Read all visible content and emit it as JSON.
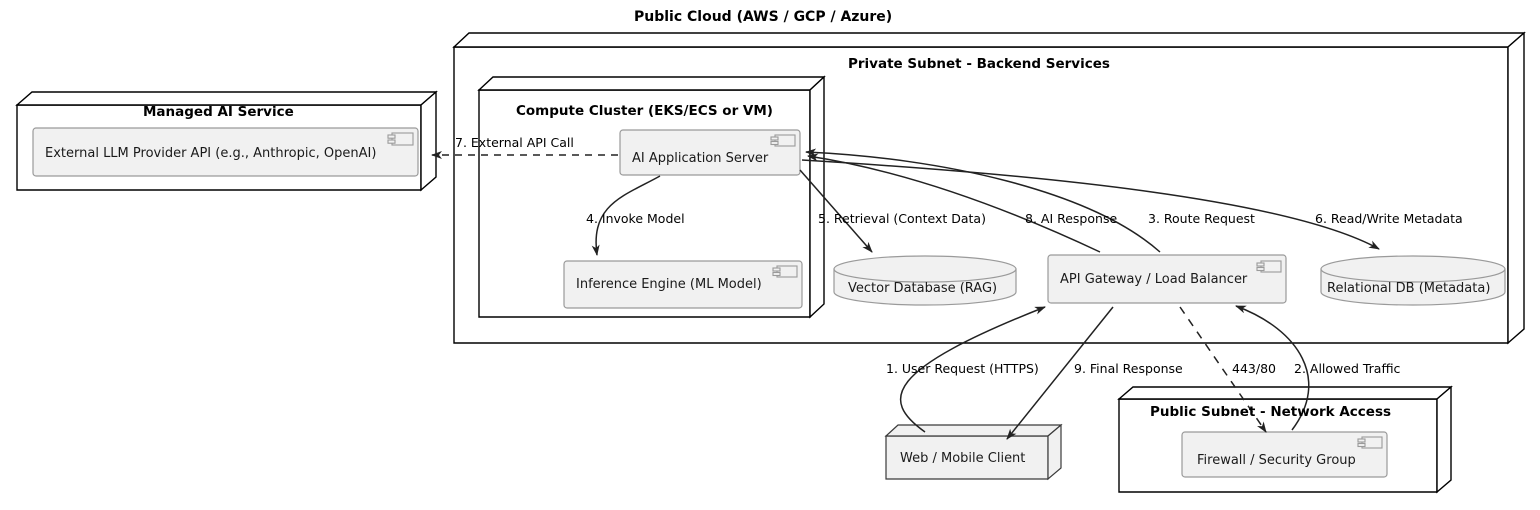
{
  "diagram": {
    "type": "uml-deployment-diagram",
    "title": "Public Cloud (AWS / GCP / Azure)",
    "colors": {
      "node_fill": "#FFFFFF",
      "node_border": "#000000",
      "component_fill": "#F1F1F1",
      "component_border": "#9A9A9A",
      "database_fill": "#F1F1F1",
      "database_border": "#9A9A9A",
      "edge": "#222222",
      "text": "#000000"
    }
  },
  "nodes": {
    "managed_ai_service": {
      "title": "Managed AI Service"
    },
    "private_subnet": {
      "title": "Private Subnet - Backend Services"
    },
    "compute_cluster": {
      "title": "Compute Cluster (EKS/ECS or VM)"
    },
    "public_subnet": {
      "title": "Public Subnet - Network Access"
    }
  },
  "components": {
    "external_llm": {
      "label": "External LLM Provider API (e.g., Anthropic, OpenAI)",
      "icon": "component-icon"
    },
    "ai_app_server": {
      "label": "AI Application Server",
      "icon": "component-icon"
    },
    "inference_engine": {
      "label": "Inference Engine (ML Model)",
      "icon": "component-icon"
    },
    "api_gateway": {
      "label": "API Gateway / Load Balancer",
      "icon": "component-icon"
    },
    "firewall": {
      "label": "Firewall / Security Group",
      "icon": "component-icon"
    },
    "web_client": {
      "label": "Web / Mobile Client",
      "icon": "node-3d-icon"
    }
  },
  "databases": {
    "vector_db": {
      "label": "Vector Database (RAG)",
      "icon": "database-cylinder-icon"
    },
    "relational_db": {
      "label": "Relational DB (Metadata)",
      "icon": "database-cylinder-icon"
    }
  },
  "edges": [
    {
      "id": "e1",
      "label": "1. User Request (HTTPS)",
      "from": "web_client",
      "to": "api_gateway",
      "style": "solid"
    },
    {
      "id": "e2",
      "label": "2. Allowed Traffic",
      "from": "firewall",
      "to": "api_gateway",
      "style": "solid"
    },
    {
      "id": "e3",
      "label": "3. Route Request",
      "from": "api_gateway",
      "to": "ai_app_server",
      "style": "solid"
    },
    {
      "id": "e4",
      "label": "4. Invoke Model",
      "from": "ai_app_server",
      "to": "inference_engine",
      "style": "solid"
    },
    {
      "id": "e5",
      "label": "5. Retrieval (Context Data)",
      "from": "ai_app_server",
      "to": "vector_db",
      "style": "solid"
    },
    {
      "id": "e6",
      "label": "6. Read/Write Metadata",
      "from": "ai_app_server",
      "to": "relational_db",
      "style": "solid"
    },
    {
      "id": "e7",
      "label": "7. External API Call",
      "from": "ai_app_server",
      "to": "external_llm",
      "style": "dashed"
    },
    {
      "id": "e8",
      "label": "8. AI Response",
      "from": "ai_app_server",
      "to": "api_gateway",
      "style": "solid"
    },
    {
      "id": "e9",
      "label": "9. Final Response",
      "from": "api_gateway",
      "to": "web_client",
      "style": "solid"
    },
    {
      "id": "e10",
      "label": "443/80",
      "from": "api_gateway",
      "to": "firewall",
      "style": "dashed"
    }
  ]
}
